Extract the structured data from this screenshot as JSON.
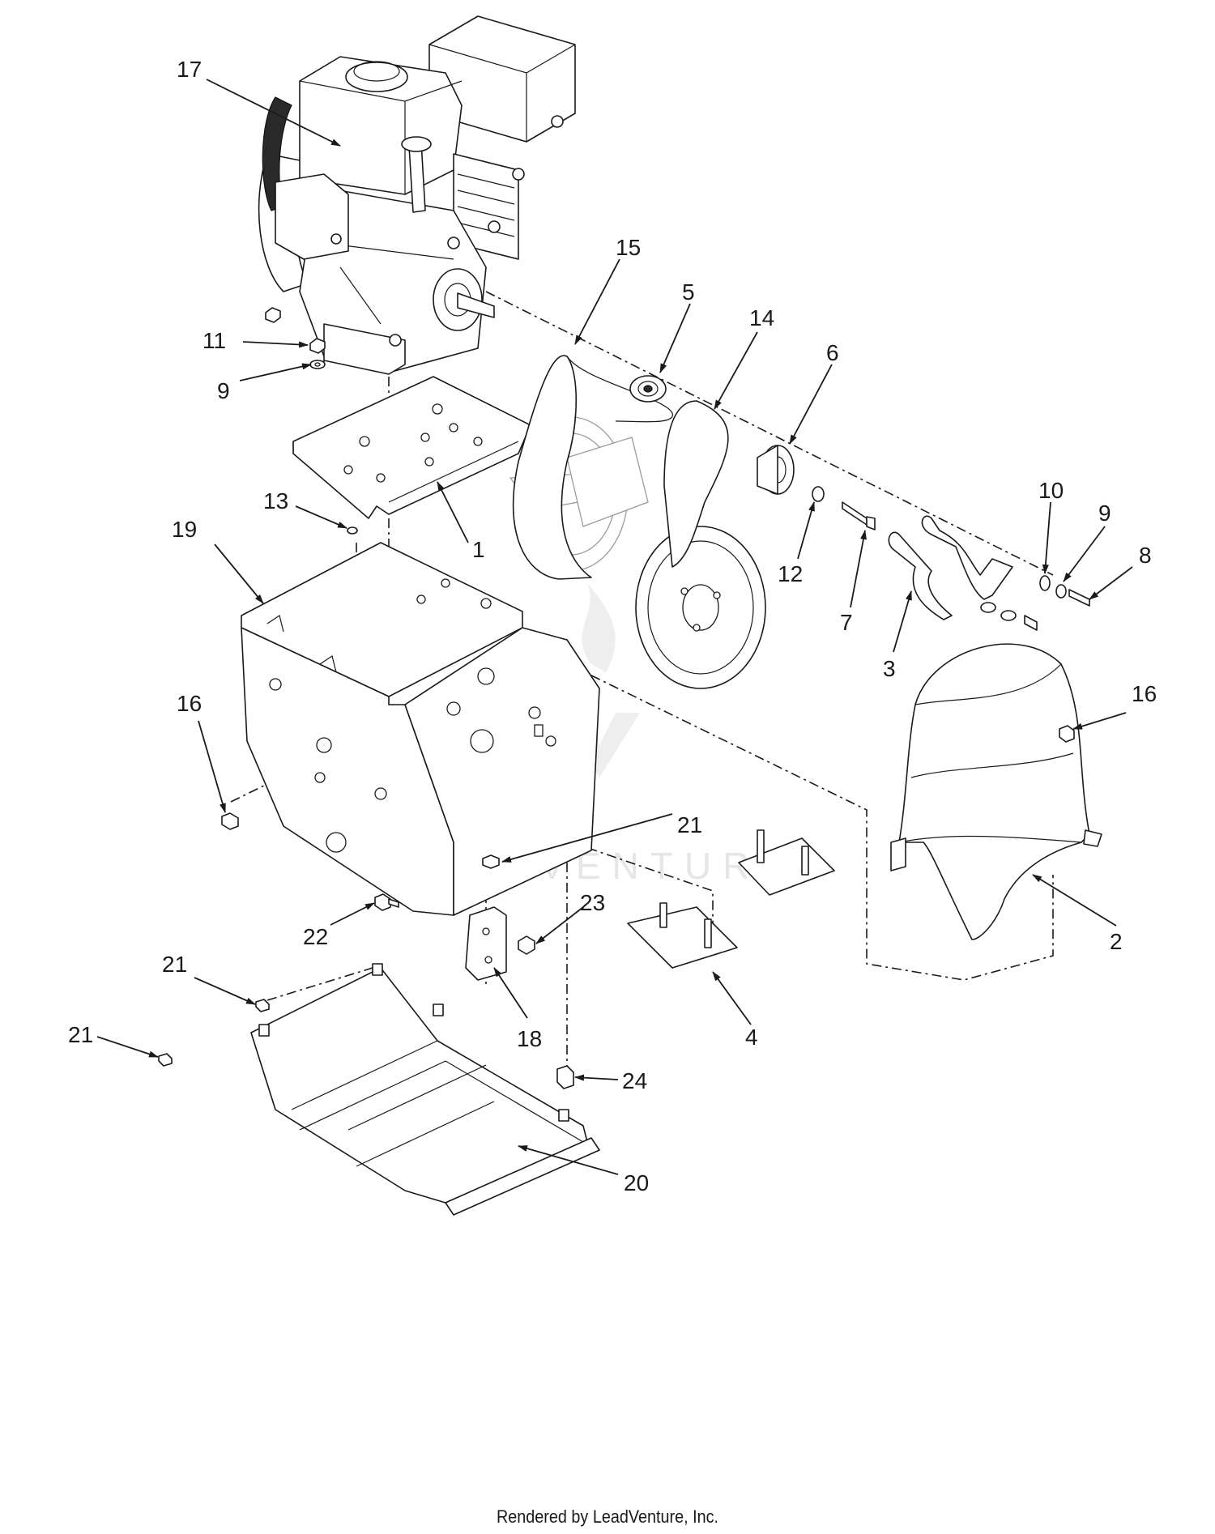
{
  "callouts": {
    "c17": "17",
    "c15": "15",
    "c5": "5",
    "c14": "14",
    "c6": "6",
    "c11": "11",
    "c9a": "9",
    "c13": "13",
    "c1": "1",
    "c19": "19",
    "c12": "12",
    "c7": "7",
    "c10": "10",
    "c9b": "9",
    "c8": "8",
    "c3": "3",
    "c16a": "16",
    "c16b": "16",
    "c21a": "21",
    "c2": "2",
    "c23": "23",
    "c22": "22",
    "c21b": "21",
    "c18": "18",
    "c4": "4",
    "c21c": "21",
    "c24": "24",
    "c20": "20"
  },
  "watermark": "LEADVENTURE",
  "footer": "Rendered by LeadVenture, Inc."
}
